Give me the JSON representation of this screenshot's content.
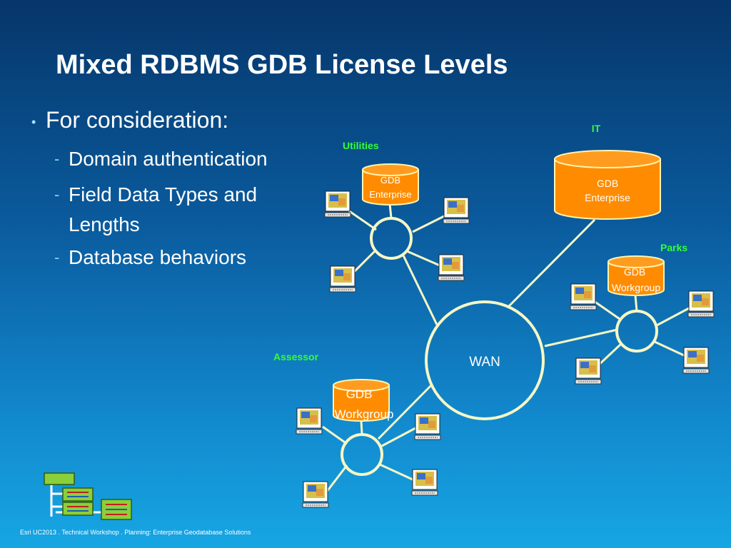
{
  "title": "Mixed RDBMS GDB License Levels",
  "bullets": {
    "main": "For consideration:",
    "sub": [
      "Domain authentication",
      "Field Data Types and Lengths",
      "Database behaviors"
    ]
  },
  "diagram": {
    "center_label": "WAN",
    "sites": {
      "it": {
        "label": "IT",
        "db": [
          "GDB",
          "Enterprise"
        ]
      },
      "utilities": {
        "label": "Utilities",
        "db": [
          "GDB",
          "Enterprise"
        ]
      },
      "parks": {
        "label": "Parks",
        "db": [
          "GDB",
          "Workgroup"
        ]
      },
      "assessor": {
        "label": "Assessor",
        "db": [
          "GDB",
          "Workgroup"
        ]
      }
    }
  },
  "colors": {
    "site_label": "#33ff33",
    "db_fill": "#ff8c00",
    "ring": "#f7f7c4"
  },
  "footer": "Esri UC2013 . Technical Workshop .   Planning:  Enterprise Geodatabase Solutions"
}
